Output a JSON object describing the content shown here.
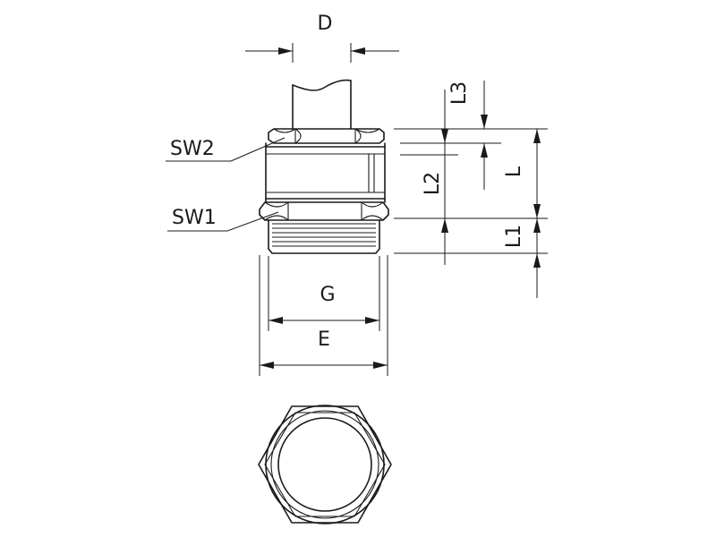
{
  "labels": {
    "D": "D",
    "L3": "L3",
    "SW2": "SW2",
    "L2": "L2",
    "L": "L",
    "SW1": "SW1",
    "L1": "L1",
    "G": "G",
    "E": "E"
  }
}
